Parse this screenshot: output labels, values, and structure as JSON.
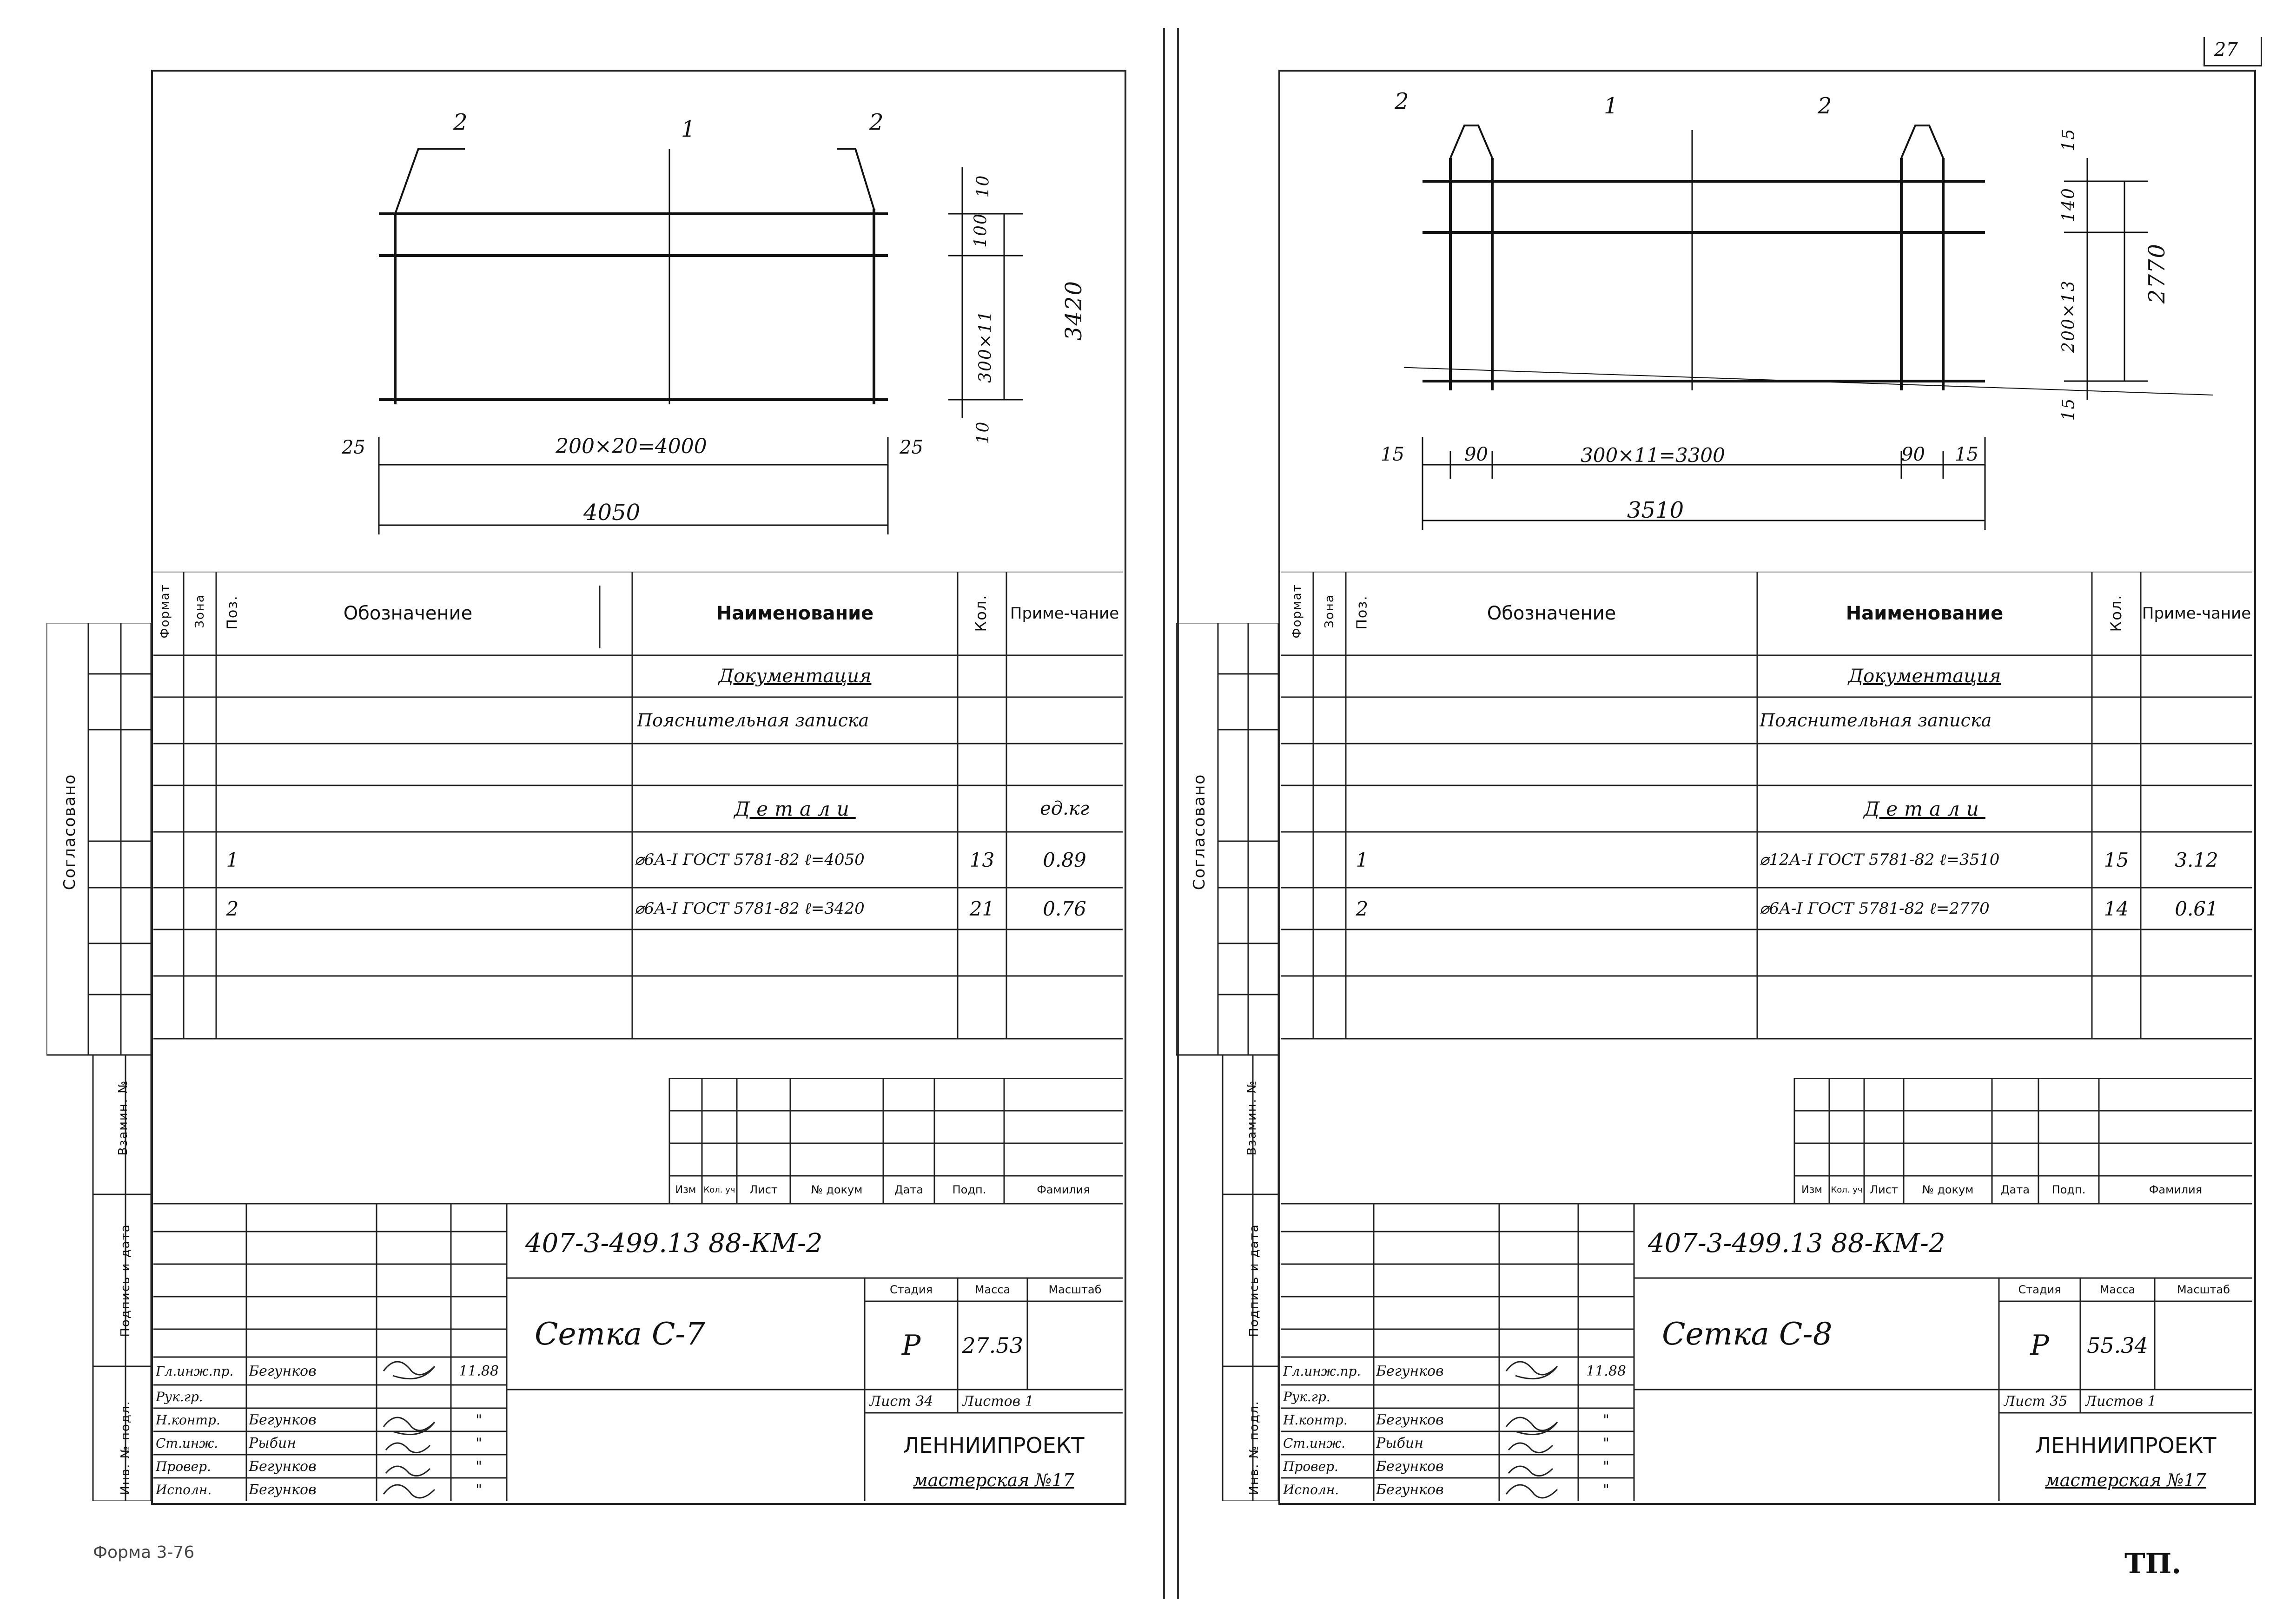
{
  "page_mark": "27",
  "form_label": "Форма 3-76",
  "footer_mark": "ТП.",
  "sheets": [
    {
      "id": "left",
      "drawing": {
        "pos_labels": [
          "2",
          "1",
          "2"
        ],
        "dim_bottom_1": "200×20=4000",
        "dim_bottom_left": "25",
        "dim_bottom_right": "25",
        "dim_bottom_total": "4050",
        "dim_side": [
          "10",
          "100",
          "300×11",
          "10"
        ],
        "dim_side_total": "3420"
      },
      "spec": {
        "headers": {
          "format": "Формат",
          "zone": "Зона",
          "pos": "Поз.",
          "designation": "Обозначение",
          "name": "Наименование",
          "qty": "Кол.",
          "note": "Приме-чание"
        },
        "rows": [
          {
            "pos": "",
            "name": "Документация",
            "qty": "",
            "note": "",
            "heading": true
          },
          {
            "pos": "",
            "name": "Пояснительная записка",
            "qty": "",
            "note": ""
          },
          {
            "pos": "",
            "name": "",
            "qty": "",
            "note": ""
          },
          {
            "pos": "",
            "name": "Детали",
            "qty": "",
            "note": "ед.кг",
            "heading": true
          },
          {
            "pos": "1",
            "name": "⌀6А-I ГОСТ 5781-82 ℓ=4050",
            "qty": "13",
            "note": "0.89"
          },
          {
            "pos": "2",
            "name": "⌀6А-I ГОСТ 5781-82 ℓ=3420",
            "qty": "21",
            "note": "0.76"
          },
          {
            "pos": "",
            "name": "",
            "qty": "",
            "note": ""
          },
          {
            "pos": "",
            "name": "",
            "qty": "",
            "note": ""
          }
        ]
      },
      "side_labels": {
        "agreed": "Согласовано",
        "replace_inv": "Взамин. №",
        "sign_date": "Подпись и дата",
        "inv_orig": "Инв. № подл."
      },
      "stamp": {
        "change_headers": [
          "Изм",
          "Кол. уч",
          "Лист",
          "№ докум",
          "Дата",
          "Подп.",
          "Фамилия"
        ],
        "doc_code": "407-3-499.13 88-КМ-2",
        "title": "Сетка С-7",
        "stage_label": "Стадия",
        "mass_label": "Масса",
        "scale_label": "Масштаб",
        "stage": "Р",
        "mass": "27.53",
        "sheet_label": "Лист 34",
        "sheets_label": "Листов 1",
        "org": "ЛЕННИИПРОЕКТ",
        "workshop": "мастерская №17",
        "roles": [
          {
            "role": "Гл.инж.пр.",
            "name": "Бегунков",
            "date": "11.88"
          },
          {
            "role": "Рук.гр.",
            "name": "",
            "date": ""
          },
          {
            "role": "Н.контр.",
            "name": "Бегунков",
            "date": "\""
          },
          {
            "role": "Ст.инж.",
            "name": "Рыбин",
            "date": "\""
          },
          {
            "role": "Провер.",
            "name": "Бегунков",
            "date": "\""
          },
          {
            "role": "Исполн.",
            "name": "Бегунков",
            "date": "\""
          }
        ]
      }
    },
    {
      "id": "right",
      "drawing": {
        "pos_labels": [
          "2",
          "1",
          "2"
        ],
        "dim_bottom_left": "15",
        "dim_bottom_a": "90",
        "dim_bottom_1": "300×11=3300",
        "dim_bottom_b": "90",
        "dim_bottom_right": "15",
        "dim_bottom_total": "3510",
        "dim_side": [
          "15",
          "140",
          "200×13",
          "15"
        ],
        "dim_side_total": "2770"
      },
      "spec": {
        "headers": {
          "format": "Формат",
          "zone": "Зона",
          "pos": "Поз.",
          "designation": "Обозначение",
          "name": "Наименование",
          "qty": "Кол.",
          "note": "Приме-чание"
        },
        "rows": [
          {
            "pos": "",
            "name": "Документация",
            "qty": "",
            "note": "",
            "heading": true
          },
          {
            "pos": "",
            "name": "Пояснительная записка",
            "qty": "",
            "note": ""
          },
          {
            "pos": "",
            "name": "",
            "qty": "",
            "note": ""
          },
          {
            "pos": "",
            "name": "Детали",
            "qty": "",
            "note": "",
            "heading": true
          },
          {
            "pos": "1",
            "name": "⌀12А-I ГОСТ 5781-82 ℓ=3510",
            "qty": "15",
            "note": "3.12"
          },
          {
            "pos": "2",
            "name": "⌀6А-I ГОСТ 5781-82 ℓ=2770",
            "qty": "14",
            "note": "0.61"
          },
          {
            "pos": "",
            "name": "",
            "qty": "",
            "note": ""
          },
          {
            "pos": "",
            "name": "",
            "qty": "",
            "note": ""
          }
        ]
      },
      "side_labels": {
        "agreed": "Согласовано",
        "replace_inv": "Взамин. №",
        "sign_date": "Подпись и дата",
        "inv_orig": "Инв. № подл."
      },
      "stamp": {
        "change_headers": [
          "Изм",
          "Кол. уч",
          "Лист",
          "№ докум",
          "Дата",
          "Подп.",
          "Фамилия"
        ],
        "doc_code": "407-3-499.13 88-КМ-2",
        "title": "Сетка С-8",
        "stage_label": "Стадия",
        "mass_label": "Масса",
        "scale_label": "Масштаб",
        "stage": "Р",
        "mass": "55.34",
        "sheet_label": "Лист 35",
        "sheets_label": "Листов 1",
        "org": "ЛЕННИИПРОЕКТ",
        "workshop": "мастерская №17",
        "roles": [
          {
            "role": "Гл.инж.пр.",
            "name": "Бегунков",
            "date": "11.88"
          },
          {
            "role": "Рук.гр.",
            "name": "",
            "date": ""
          },
          {
            "role": "Н.контр.",
            "name": "Бегунков",
            "date": "\""
          },
          {
            "role": "Ст.инж.",
            "name": "Рыбин",
            "date": "\""
          },
          {
            "role": "Провер.",
            "name": "Бегунков",
            "date": "\""
          },
          {
            "role": "Исполн.",
            "name": "Бегунков",
            "date": "\""
          }
        ]
      }
    }
  ]
}
